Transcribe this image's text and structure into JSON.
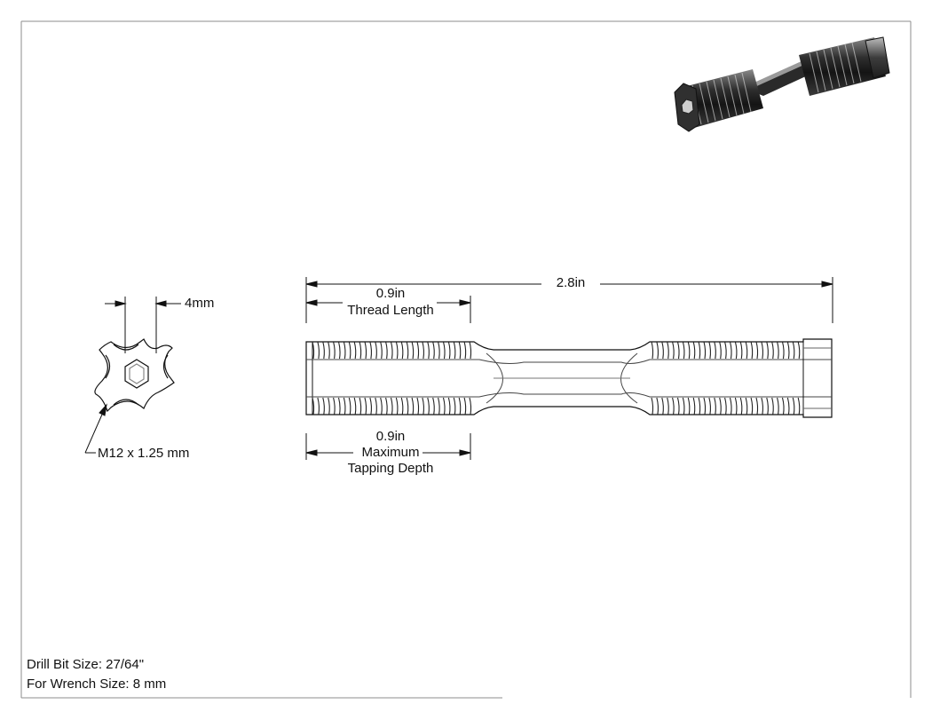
{
  "drawing": {
    "overall_length": "2.8in",
    "thread_length_value": "0.9in",
    "thread_length_label": "Thread Length",
    "tapping_depth_value": "0.9in",
    "tapping_depth_label_line1": "Maximum",
    "tapping_depth_label_line2": "Tapping Depth",
    "hex_width": "4mm",
    "thread_spec": "M12 x 1.25 mm"
  },
  "notes": {
    "drill_bit": "Drill Bit Size: 27/64\"",
    "wrench": "For Wrench Size: 8 mm"
  }
}
